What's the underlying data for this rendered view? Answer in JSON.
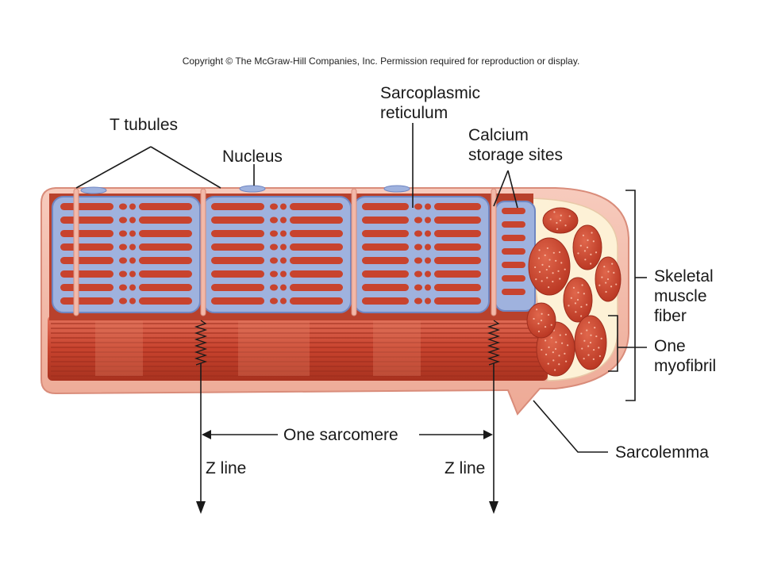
{
  "copyright": "Copyright © The McGraw-Hill Companies, Inc. Permission required for reproduction or display.",
  "labels": {
    "t_tubules": "T tubules",
    "nucleus": "Nucleus",
    "sarcoplasmic_1": "Sarcoplasmic",
    "sarcoplasmic_2": "reticulum",
    "calcium_1": "Calcium",
    "calcium_2": "storage sites",
    "skeletal_1": "Skeletal",
    "skeletal_2": "muscle",
    "skeletal_3": "fiber",
    "myofibril_1": "One",
    "myofibril_2": "myofibril",
    "sarcomere": "One sarcomere",
    "zline_left": "Z line",
    "zline_right": "Z line",
    "sarcolemma": "Sarcolemma"
  },
  "colors": {
    "membrane": "#f2b8a8",
    "membrane_edge": "#d98c7a",
    "reticulum": "#9fb2de",
    "reticulum_edge": "#6f86c2",
    "muscle": "#c8432e",
    "muscle_dark": "#9e2e1e",
    "muscle_light": "#e07a60",
    "cream": "#fdf1d6"
  }
}
